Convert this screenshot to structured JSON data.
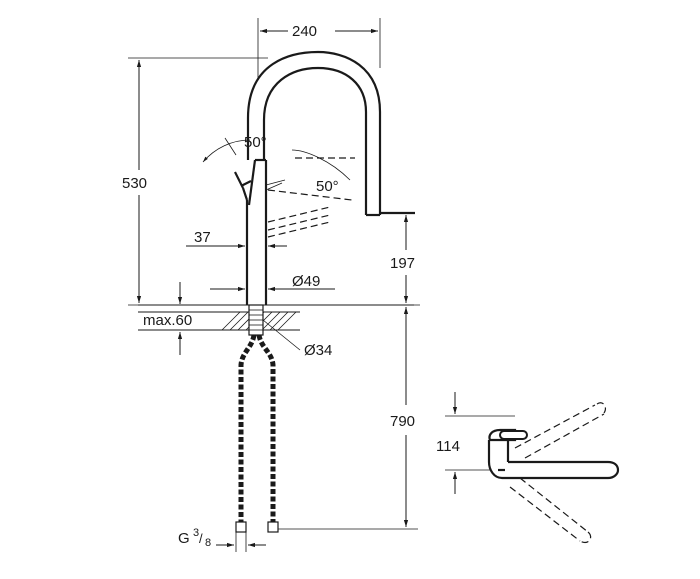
{
  "dimensions": {
    "reach": "240",
    "height": "530",
    "angle_left": "50°",
    "angle_right": "50°",
    "offset": "37",
    "spout_clearance": "197",
    "body_diameter": "Ø49",
    "max_thickness": "max.60",
    "hole_diameter": "Ø34",
    "hose_length": "790",
    "side_height": "114",
    "connection_main": "G",
    "connection_num": "3",
    "connection_den": "8"
  }
}
